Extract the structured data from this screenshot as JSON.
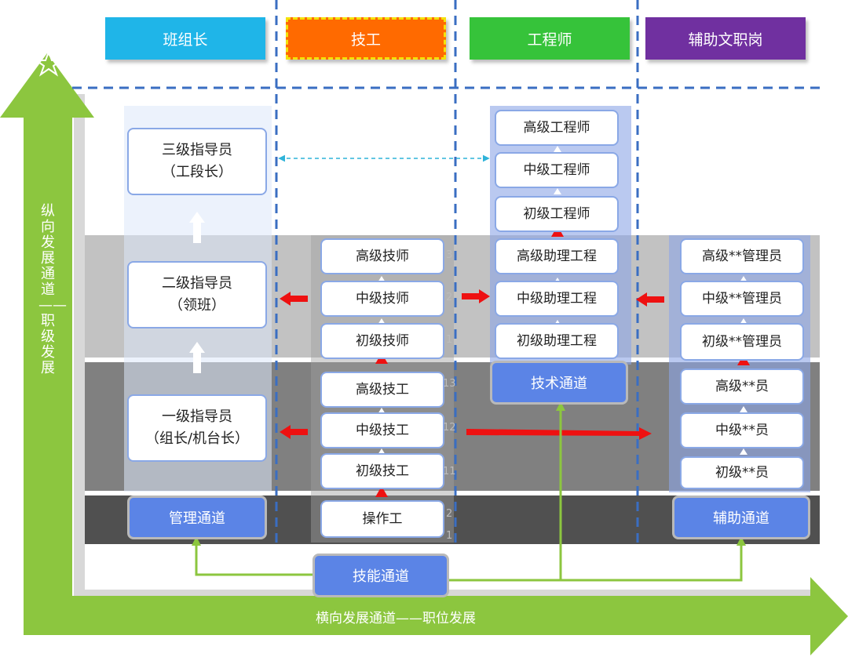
{
  "columns": [
    {
      "label": "班组长",
      "color": "#1fb5e8"
    },
    {
      "label": "技工",
      "color": "#ff6a00"
    },
    {
      "label": "工程师",
      "color": "#36c33a"
    },
    {
      "label": "辅助文职岗",
      "color": "#7030a0"
    }
  ],
  "axes": {
    "vertical": "纵向发展通道——职级发展",
    "horizontal": "横向发展通道——职位发展"
  },
  "management": {
    "roles": [
      {
        "line1": "三级指导员",
        "line2": "（工段长）"
      },
      {
        "line1": "二级指导员",
        "line2": "（领班）"
      },
      {
        "line1": "一级指导员",
        "line2": "（组长/机台长）"
      }
    ],
    "channel": "管理通道"
  },
  "technician": {
    "roles": [
      "高级技师",
      "中级技师",
      "初级技师",
      "高级技工",
      "中级技工",
      "初级技工",
      "操作工"
    ],
    "levels": [
      "3",
      "2",
      "1",
      "13",
      "12",
      "11",
      "2",
      "1"
    ],
    "channel": "技能通道"
  },
  "engineer": {
    "roles": [
      "高级工程师",
      "中级工程师",
      "初级工程师",
      "高级助理工程",
      "中级助理工程",
      "初级助理工程"
    ],
    "channel": "技术通道"
  },
  "support": {
    "roles": [
      "高级**管理员",
      "中级**管理员",
      "初级**管理员",
      "高级**员",
      "中级**员",
      "初级**员"
    ],
    "channel": "辅助通道"
  },
  "colors": {
    "axis_arrow": "#8cc63f",
    "connector": "#8cc63f",
    "red_arrow": "#ee1111",
    "dashed": "#3a6ec2",
    "channel": "#5b84e6"
  }
}
